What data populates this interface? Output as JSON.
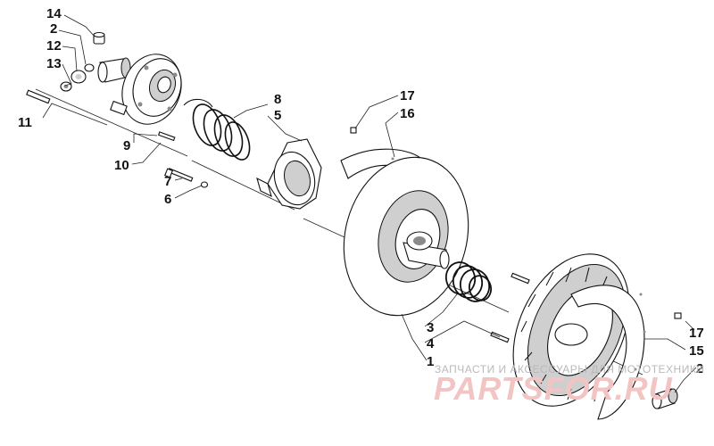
{
  "callouts": {
    "c14": "14",
    "c2_top": "2",
    "c12": "12",
    "c13": "13",
    "c11": "11",
    "c9": "9",
    "c10": "10",
    "c7": "7",
    "c6": "6",
    "c8": "8",
    "c5": "5",
    "c17_top": "17",
    "c16": "16",
    "c3": "3",
    "c4": "4",
    "c1": "1",
    "c17_right": "17",
    "c15": "15",
    "c2_bottom": "2"
  },
  "watermark": {
    "caption": "ЗАПЧАСТИ И АКСЕССУАРЫ ДЛЯ МОТОТЕХНИКИ",
    "logo": "PARTSFOR.RU"
  }
}
